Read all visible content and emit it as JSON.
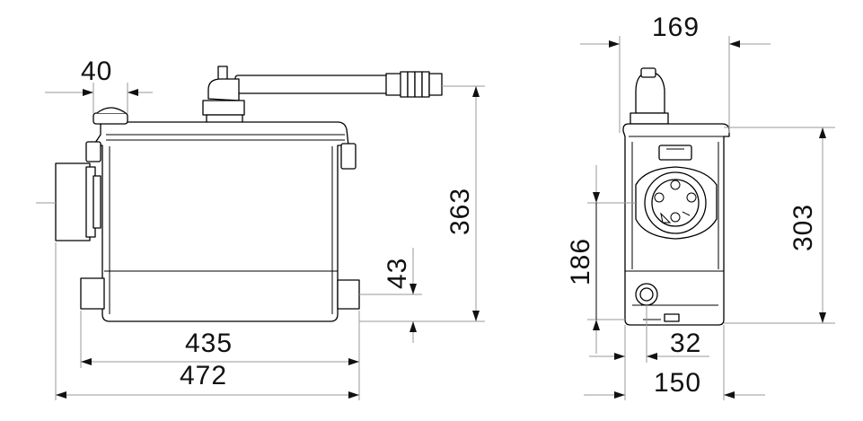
{
  "dimensions": {
    "side_view": {
      "inlet_offset": "40",
      "total_height": "363",
      "outlet_height": "43",
      "body_width": "435",
      "total_width": "472"
    },
    "front_view": {
      "top_width": "169",
      "body_height": "303",
      "inlet_height": "186",
      "outlet_offset": "32",
      "base_width": "150"
    }
  },
  "colors": {
    "outline": "#000000",
    "dimension_line": "#9a9a9a",
    "text": "#111111",
    "background": "#ffffff"
  }
}
